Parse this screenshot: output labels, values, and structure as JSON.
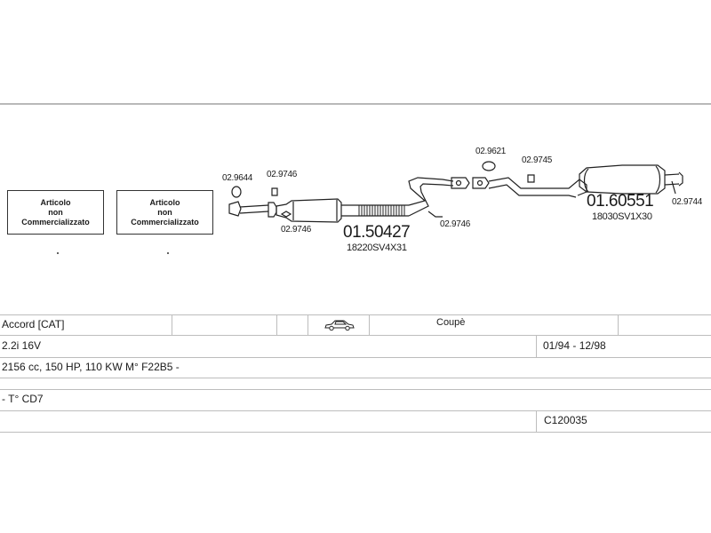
{
  "diagram": {
    "not_sold_box_1": {
      "line1": "Articolo",
      "line2": "non",
      "line3": "Commercializzato"
    },
    "not_sold_box_2": {
      "line1": "Articolo",
      "line2": "non",
      "line3": "Commercializzato"
    },
    "parts": {
      "gasket_front": "02.9644",
      "clamp_front_top": "02.9746",
      "clamp_front_bottom": "02.9746",
      "middle_pipe_code": "01.50427",
      "middle_pipe_oem": "18220SV4X31",
      "clamp_mid": "02.9746",
      "gasket_rear": "02.9621",
      "clamp_rear_top": "02.9745",
      "rear_silencer_code": "01.60551",
      "rear_silencer_oem": "18030SV1X30",
      "clamp_tail": "02.9744"
    }
  },
  "table": {
    "model": "Accord  [CAT]",
    "body_type": "Coupè",
    "engine": "2.2i 16V",
    "date_range": "01/94 - 12/98",
    "specs": "2156 cc, 150 HP, 110 KW M° F22B5 -",
    "notes": "- T° CD7",
    "catalog_code": "C120035"
  },
  "icons": {
    "car": "car-coupe-icon"
  }
}
